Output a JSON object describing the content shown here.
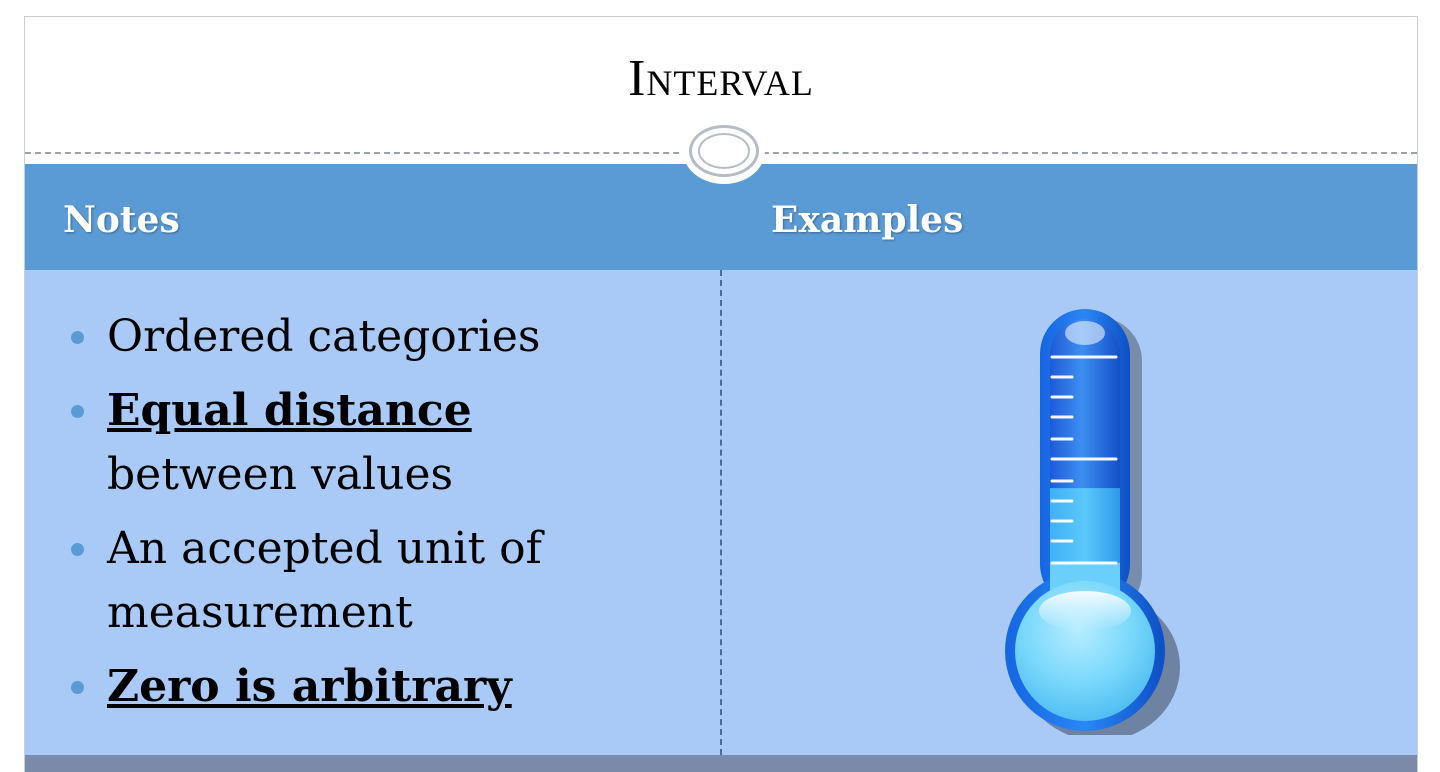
{
  "slide": {
    "title": "Interval",
    "columns": {
      "left_heading": "Notes",
      "right_heading": "Examples"
    },
    "notes": [
      {
        "text": "Ordered categories",
        "bold": false
      },
      {
        "text": "Equal distance",
        "continuation": "between values",
        "bold": true
      },
      {
        "text": "An accepted unit of",
        "continuation": "measurement",
        "bold": false
      },
      {
        "text": "Zero is arbitrary",
        "bold": true
      }
    ],
    "example_image": {
      "icon": "thermometer-icon",
      "fill_level": 0.44
    }
  },
  "colors": {
    "header_band": "#5b9bd5",
    "body_band": "#a9caf7",
    "footer_band": "#7a8aa8",
    "bullet": "#5b9bd5"
  }
}
